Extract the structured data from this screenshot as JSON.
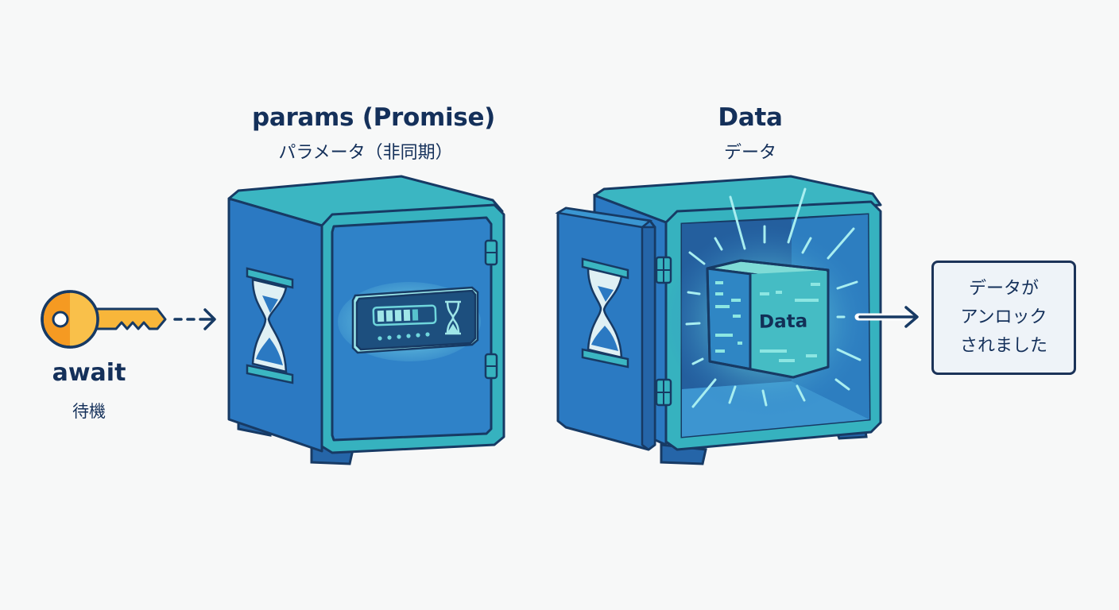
{
  "colors": {
    "background": "#f7f8f8",
    "text": "#14305a",
    "safe_body": "#2f7fc4",
    "safe_trim": "#37b3c0",
    "outline": "#173a64",
    "key": "#f5a023",
    "glow": "#7fe3e6"
  },
  "key": {
    "icon": "key-icon",
    "label": "await",
    "label_ja": "待機"
  },
  "locked_safe": {
    "title": "params (Promise)",
    "subtitle": "パラメータ（非同期）",
    "icon": "hourglass-icon",
    "panel": {
      "progress_segments_filled": 5,
      "indicator_dots": 6
    }
  },
  "open_safe": {
    "title": "Data",
    "subtitle": "データ",
    "cube_label": "Data"
  },
  "result": {
    "lines": [
      "データが",
      "アンロック",
      "されました"
    ]
  }
}
